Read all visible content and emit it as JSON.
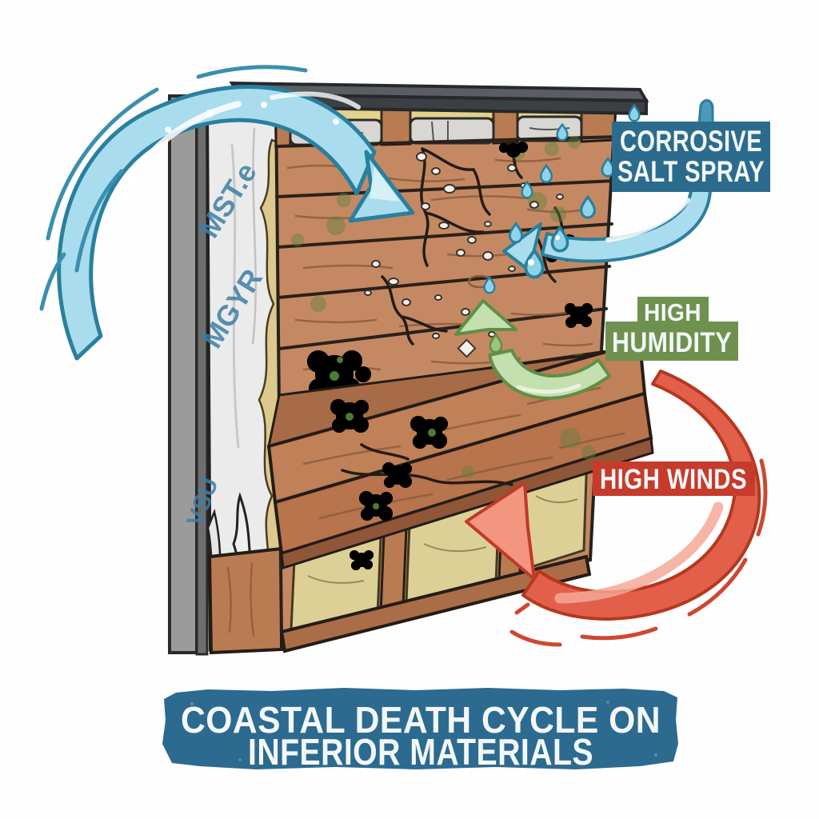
{
  "callouts": {
    "salt_spray": {
      "line1": "CORROSIVE",
      "line2": "SALT SPRAY",
      "bg_color": "#2b6b8d",
      "text_color": "#f1f6f8"
    },
    "humidity": {
      "line1": "HIGH",
      "line2": "HUMIDITY",
      "bg_color": "#6f9150",
      "text_color": "#f1f5ee"
    },
    "winds": {
      "label": "HIGH WINDS",
      "bg_color": "#c63b2b",
      "text_color": "#faf3f0"
    }
  },
  "banner": {
    "line1": "COASTAL DEATH CYCLE ON",
    "line2": "INFERIOR MATERIALS",
    "bg_color": "#2c6a90",
    "text_color": "#edf3f5"
  },
  "house_wrap_print": {
    "text1": "MST.e",
    "text2": "MGYR",
    "text3": "VSU",
    "color": "#3d7fa6"
  },
  "palette": {
    "background": "#ffffff",
    "siding_wood": "#c48963",
    "framing_wood": "#b97c52",
    "insulation": "#ddd096",
    "insulation_strip": "#e2d28c",
    "batt_fabric": "#d8d7d3",
    "mold_green": "#7db457",
    "spray_arrow": "#a9dcec",
    "spray_arrow_outline": "#2a7f9e",
    "humidity_arrow": "#c3e0ae",
    "humidity_arrow_outline": "#5f8f46",
    "wind_arrow": "#e2604a",
    "wind_arrow_outline": "#b5371f",
    "roof_cap": "#4b4f53",
    "steel_column": "#9b9b9b"
  }
}
